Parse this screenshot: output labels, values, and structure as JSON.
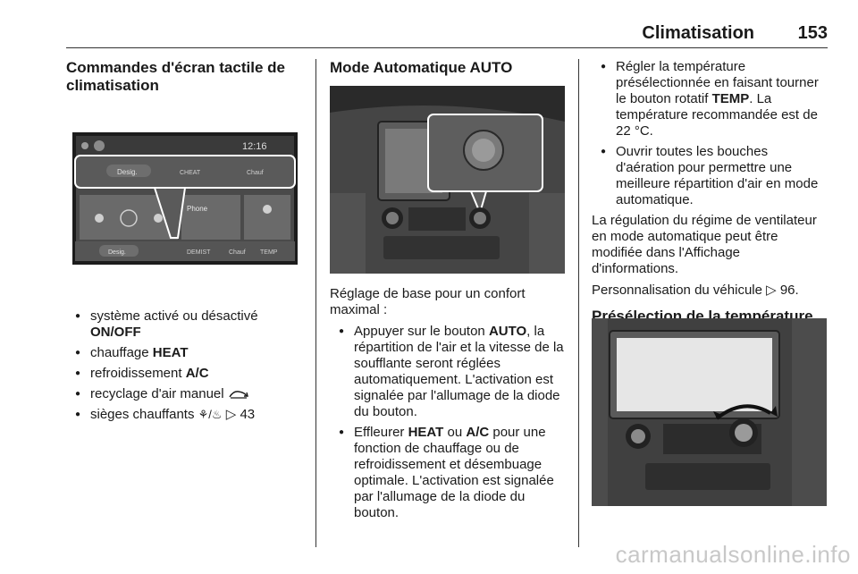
{
  "header": {
    "chapter": "Climatisation",
    "page_number": "153"
  },
  "col1": {
    "title": "Commandes d'écran tactile de climatisation",
    "screen": {
      "clock": "12:16",
      "top_chip": "Desig.",
      "top_mid": "CHEAT",
      "top_mid2": "Chauf",
      "media_label": "Phone",
      "bottom_chip": "Desig.",
      "bottom_mid": "DEMIST",
      "bottom_mid2": "Chauf",
      "bottom_right": "TEMP"
    },
    "items": [
      {
        "text": "système activé ou désactivé ",
        "bold": "ON/OFF"
      },
      {
        "text": "chauffage ",
        "bold": "HEAT"
      },
      {
        "text": "refroidissement ",
        "bold": "A/C"
      },
      {
        "text": "recyclage d'air manuel ",
        "bold": ""
      },
      {
        "text": "sièges chauffants ",
        "sym": "⚘/♨",
        "ref": "▷ 43"
      }
    ]
  },
  "col2": {
    "title": "Mode Automatique AUTO",
    "caption": "Réglage de base pour un confort maximal :",
    "items": [
      {
        "pre": "Appuyer sur le bouton ",
        "bold": "AUTO",
        "post": ", la répartition de l'air et la vitesse de la soufflante seront réglées automatiquement. L'activation est signalée par l'allumage de la diode du bouton."
      },
      {
        "pre": "Effleurer ",
        "bold": "HEAT",
        "mid": " ou ",
        "bold2": "A/C",
        "post": " pour une fonction de chauffage ou de refroidissement et désembuage optimale. L'activation est signalée par l'allumage de la diode du bouton."
      }
    ]
  },
  "col3": {
    "items": [
      {
        "pre": "Régler la température présélectionnée en faisant tourner le bouton rotatif ",
        "bold": "TEMP",
        "post": ". La température recommandée est de 22 °C."
      },
      {
        "pre": "Ouvrir toutes les bouches d'aération pour permettre une meilleure répartition d'air en mode automatique.",
        "bold": "",
        "post": ""
      }
    ],
    "para1": "La régulation du régime de ventilateur en mode automatique peut être modifiée dans l'Affichage d'informations.",
    "para2": "Personnalisation du véhicule ▷ 96.",
    "title2": "Présélection de la température"
  },
  "watermark": "carmanualsonline.info",
  "colors": {
    "text": "#1a1a1a",
    "figure_bg": "#2b2b2b",
    "rule": "#333333"
  }
}
